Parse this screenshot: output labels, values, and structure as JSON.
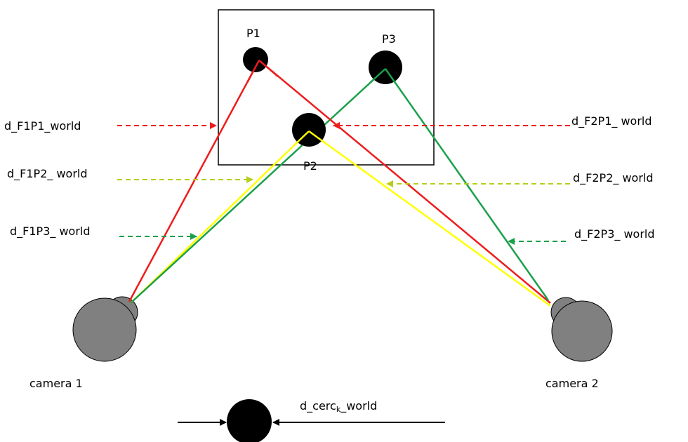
{
  "labels": {
    "p1": "P1",
    "p2": "P2",
    "p3": "P3",
    "camera1": "camera 1",
    "camera2": "camera 2",
    "d_F1P1": "d_F1P1_world",
    "d_F1P2": "d_F1P2_ world",
    "d_F1P3": "d_F1P3_ world",
    "d_F2P1": "d_F2P1_ world",
    "d_F2P2": "d_F2P2_ world",
    "d_F2P3": "d_F2P3_ world",
    "d_cerc_prefix": "d_cerc",
    "d_cerc_sub": "k",
    "d_cerc_suffix": "_world"
  },
  "colors": {
    "ray_p1": "#ee1c1c",
    "ray_p2": "#ffff00",
    "ray_p3": "#1aa04a",
    "arrow_p2": "#b5cf1a",
    "point_fill": "#000000",
    "camera_fill": "#808080"
  }
}
